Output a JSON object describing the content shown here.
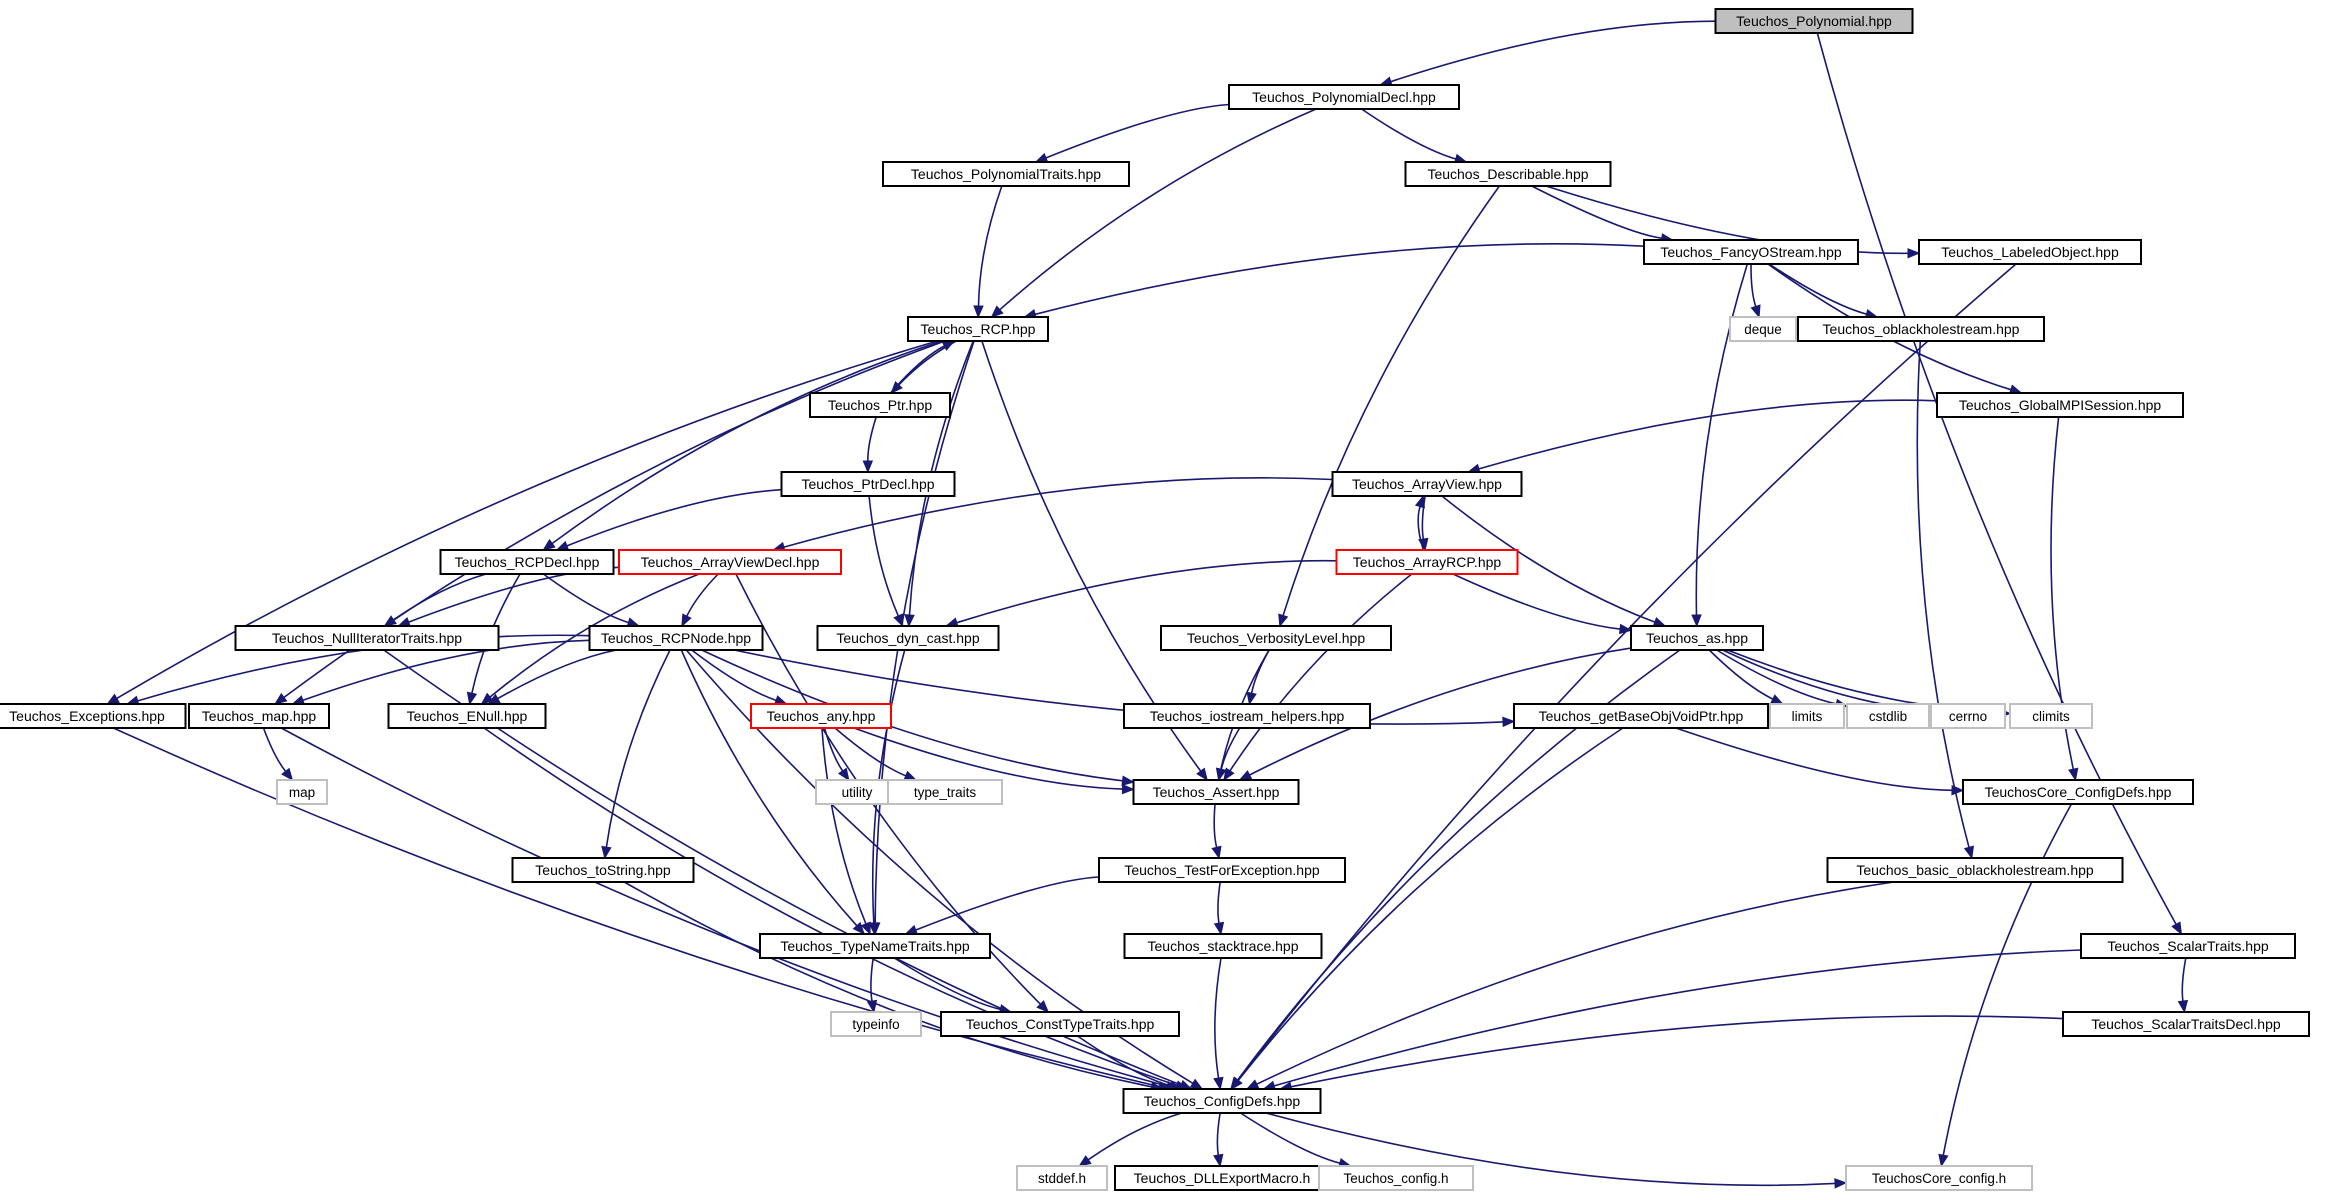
{
  "diagram": {
    "colors": {
      "edge": "#191970",
      "node_border": "#000000",
      "node_fill": "#ffffff",
      "root_fill": "#bfbfbf",
      "truncated_border": "#ff0000",
      "system_border": "#bfbfbf",
      "text": "#000000"
    },
    "nodes": [
      {
        "id": "polynomial",
        "label": "Teuchos_Polynomial.hpp",
        "kind": "root"
      },
      {
        "id": "polynomialdecl",
        "label": "Teuchos_PolynomialDecl.hpp",
        "kind": "header"
      },
      {
        "id": "polynomialtraits",
        "label": "Teuchos_PolynomialTraits.hpp",
        "kind": "header"
      },
      {
        "id": "describable",
        "label": "Teuchos_Describable.hpp",
        "kind": "header"
      },
      {
        "id": "fancyostream",
        "label": "Teuchos_FancyOStream.hpp",
        "kind": "header"
      },
      {
        "id": "labeledobject",
        "label": "Teuchos_LabeledObject.hpp",
        "kind": "header"
      },
      {
        "id": "rcp",
        "label": "Teuchos_RCP.hpp",
        "kind": "header"
      },
      {
        "id": "deque",
        "label": "deque",
        "kind": "system"
      },
      {
        "id": "oblackholestream",
        "label": "Teuchos_oblackholestream.hpp",
        "kind": "header"
      },
      {
        "id": "ptr",
        "label": "Teuchos_Ptr.hpp",
        "kind": "header"
      },
      {
        "id": "globalmpisession",
        "label": "Teuchos_GlobalMPISession.hpp",
        "kind": "header"
      },
      {
        "id": "ptrdecl",
        "label": "Teuchos_PtrDecl.hpp",
        "kind": "header"
      },
      {
        "id": "arrayview",
        "label": "Teuchos_ArrayView.hpp",
        "kind": "header"
      },
      {
        "id": "rcpdecl",
        "label": "Teuchos_RCPDecl.hpp",
        "kind": "header"
      },
      {
        "id": "arrayviewdecl",
        "label": "Teuchos_ArrayViewDecl.hpp",
        "kind": "truncated"
      },
      {
        "id": "arrayrcp",
        "label": "Teuchos_ArrayRCP.hpp",
        "kind": "truncated"
      },
      {
        "id": "nulliteratortraits",
        "label": "Teuchos_NullIteratorTraits.hpp",
        "kind": "header"
      },
      {
        "id": "rcpnode",
        "label": "Teuchos_RCPNode.hpp",
        "kind": "header"
      },
      {
        "id": "dyncast",
        "label": "Teuchos_dyn_cast.hpp",
        "kind": "header"
      },
      {
        "id": "verbositylevel",
        "label": "Teuchos_VerbosityLevel.hpp",
        "kind": "header"
      },
      {
        "id": "as",
        "label": "Teuchos_as.hpp",
        "kind": "header"
      },
      {
        "id": "exceptions",
        "label": "Teuchos_Exceptions.hpp",
        "kind": "header"
      },
      {
        "id": "map",
        "label": "Teuchos_map.hpp",
        "kind": "header"
      },
      {
        "id": "enull",
        "label": "Teuchos_ENull.hpp",
        "kind": "header"
      },
      {
        "id": "any",
        "label": "Teuchos_any.hpp",
        "kind": "truncated"
      },
      {
        "id": "iostreamhelpers",
        "label": "Teuchos_iostream_helpers.hpp",
        "kind": "header"
      },
      {
        "id": "limits",
        "label": "limits",
        "kind": "system"
      },
      {
        "id": "cstdlib",
        "label": "cstdlib",
        "kind": "system"
      },
      {
        "id": "cerrno",
        "label": "cerrno",
        "kind": "system"
      },
      {
        "id": "climits",
        "label": "climits",
        "kind": "system"
      },
      {
        "id": "getbaseobjvoidptr",
        "label": "Teuchos_getBaseObjVoidPtr.hpp",
        "kind": "header"
      },
      {
        "id": "mapsys",
        "label": "map",
        "kind": "system"
      },
      {
        "id": "utility",
        "label": "utility",
        "kind": "system"
      },
      {
        "id": "typetraits",
        "label": "type_traits",
        "kind": "system"
      },
      {
        "id": "assert",
        "label": "Teuchos_Assert.hpp",
        "kind": "header"
      },
      {
        "id": "coreconfigdefs",
        "label": "TeuchosCore_ConfigDefs.hpp",
        "kind": "header"
      },
      {
        "id": "tostring",
        "label": "Teuchos_toString.hpp",
        "kind": "header"
      },
      {
        "id": "testforexception",
        "label": "Teuchos_TestForException.hpp",
        "kind": "header"
      },
      {
        "id": "basicoblackhole",
        "label": "Teuchos_basic_oblackholestream.hpp",
        "kind": "header"
      },
      {
        "id": "typenametraits",
        "label": "Teuchos_TypeNameTraits.hpp",
        "kind": "header"
      },
      {
        "id": "stacktrace",
        "label": "Teuchos_stacktrace.hpp",
        "kind": "header"
      },
      {
        "id": "scalartraits",
        "label": "Teuchos_ScalarTraits.hpp",
        "kind": "header"
      },
      {
        "id": "typeinfo",
        "label": "typeinfo",
        "kind": "system"
      },
      {
        "id": "consttypetraits",
        "label": "Teuchos_ConstTypeTraits.hpp",
        "kind": "header"
      },
      {
        "id": "scalartraitsdecl",
        "label": "Teuchos_ScalarTraitsDecl.hpp",
        "kind": "header"
      },
      {
        "id": "configdefs",
        "label": "Teuchos_ConfigDefs.hpp",
        "kind": "header"
      },
      {
        "id": "stddef",
        "label": "stddef.h",
        "kind": "system"
      },
      {
        "id": "dllexport",
        "label": "Teuchos_DLLExportMacro.h",
        "kind": "header"
      },
      {
        "id": "config",
        "label": "Teuchos_config.h",
        "kind": "system"
      },
      {
        "id": "coreconfig",
        "label": "TeuchosCore_config.h",
        "kind": "system"
      }
    ],
    "edges": [
      [
        "polynomial",
        "polynomialdecl"
      ],
      [
        "polynomial",
        "scalartraits"
      ],
      [
        "polynomialdecl",
        "polynomialtraits"
      ],
      [
        "polynomialdecl",
        "rcp"
      ],
      [
        "polynomialdecl",
        "describable"
      ],
      [
        "polynomialtraits",
        "rcp"
      ],
      [
        "describable",
        "fancyostream"
      ],
      [
        "describable",
        "labeledobject"
      ],
      [
        "describable",
        "verbositylevel"
      ],
      [
        "fancyostream",
        "rcp"
      ],
      [
        "fancyostream",
        "deque"
      ],
      [
        "fancyostream",
        "oblackholestream"
      ],
      [
        "fancyostream",
        "globalmpisession"
      ],
      [
        "fancyostream",
        "as"
      ],
      [
        "labeledobject",
        "configdefs"
      ],
      [
        "oblackholestream",
        "basicoblackhole"
      ],
      [
        "globalmpisession",
        "arrayview"
      ],
      [
        "globalmpisession",
        "coreconfigdefs"
      ],
      [
        "rcp",
        "ptr"
      ],
      [
        "ptr",
        "rcp"
      ],
      [
        "rcp",
        "rcpdecl"
      ],
      [
        "rcp",
        "exceptions"
      ],
      [
        "rcp",
        "map"
      ],
      [
        "rcp",
        "dyncast"
      ],
      [
        "rcp",
        "typenametraits"
      ],
      [
        "rcp",
        "assert"
      ],
      [
        "ptr",
        "ptrdecl"
      ],
      [
        "ptrdecl",
        "rcpdecl"
      ],
      [
        "ptrdecl",
        "dyncast"
      ],
      [
        "arrayview",
        "arrayviewdecl"
      ],
      [
        "arrayview",
        "arrayrcp"
      ],
      [
        "arrayrcp",
        "arrayview"
      ],
      [
        "arrayview",
        "as"
      ],
      [
        "arrayrcp",
        "dyncast"
      ],
      [
        "arrayrcp",
        "as"
      ],
      [
        "arrayrcp",
        "assert"
      ],
      [
        "arrayviewdecl",
        "nulliteratortraits"
      ],
      [
        "arrayviewdecl",
        "rcpnode"
      ],
      [
        "arrayviewdecl",
        "enull"
      ],
      [
        "arrayviewdecl",
        "consttypetraits"
      ],
      [
        "rcpdecl",
        "nulliteratortraits"
      ],
      [
        "rcpdecl",
        "rcpnode"
      ],
      [
        "rcpdecl",
        "enull"
      ],
      [
        "nulliteratortraits",
        "configdefs"
      ],
      [
        "rcpnode",
        "exceptions"
      ],
      [
        "rcpnode",
        "map"
      ],
      [
        "rcpnode",
        "enull"
      ],
      [
        "rcpnode",
        "any"
      ],
      [
        "rcpnode",
        "assert"
      ],
      [
        "rcpnode",
        "getbaseobjvoidptr"
      ],
      [
        "rcpnode",
        "tostring"
      ],
      [
        "rcpnode",
        "typenametraits"
      ],
      [
        "rcpnode",
        "configdefs"
      ],
      [
        "dyncast",
        "typenametraits"
      ],
      [
        "verbositylevel",
        "iostreamhelpers"
      ],
      [
        "verbositylevel",
        "assert"
      ],
      [
        "iostreamhelpers",
        "assert"
      ],
      [
        "as",
        "limits"
      ],
      [
        "as",
        "cstdlib"
      ],
      [
        "as",
        "cerrno"
      ],
      [
        "as",
        "climits"
      ],
      [
        "as",
        "assert"
      ],
      [
        "as",
        "configdefs"
      ],
      [
        "exceptions",
        "configdefs"
      ],
      [
        "map",
        "mapsys"
      ],
      [
        "map",
        "configdefs"
      ],
      [
        "enull",
        "configdefs"
      ],
      [
        "any",
        "utility"
      ],
      [
        "any",
        "typetraits"
      ],
      [
        "any",
        "assert"
      ],
      [
        "any",
        "typenametraits"
      ],
      [
        "getbaseobjvoidptr",
        "coreconfigdefs"
      ],
      [
        "getbaseobjvoidptr",
        "configdefs"
      ],
      [
        "assert",
        "testforexception"
      ],
      [
        "coreconfigdefs",
        "coreconfig"
      ],
      [
        "tostring",
        "configdefs"
      ],
      [
        "testforexception",
        "typenametraits"
      ],
      [
        "testforexception",
        "stacktrace"
      ],
      [
        "basicoblackhole",
        "configdefs"
      ],
      [
        "typenametraits",
        "typeinfo"
      ],
      [
        "typenametraits",
        "consttypetraits"
      ],
      [
        "stacktrace",
        "configdefs"
      ],
      [
        "scalartraits",
        "scalartraitsdecl"
      ],
      [
        "scalartraits",
        "configdefs"
      ],
      [
        "consttypetraits",
        "configdefs"
      ],
      [
        "scalartraitsdecl",
        "configdefs"
      ],
      [
        "configdefs",
        "stddef"
      ],
      [
        "configdefs",
        "dllexport"
      ],
      [
        "configdefs",
        "config"
      ],
      [
        "configdefs",
        "coreconfig"
      ]
    ]
  }
}
